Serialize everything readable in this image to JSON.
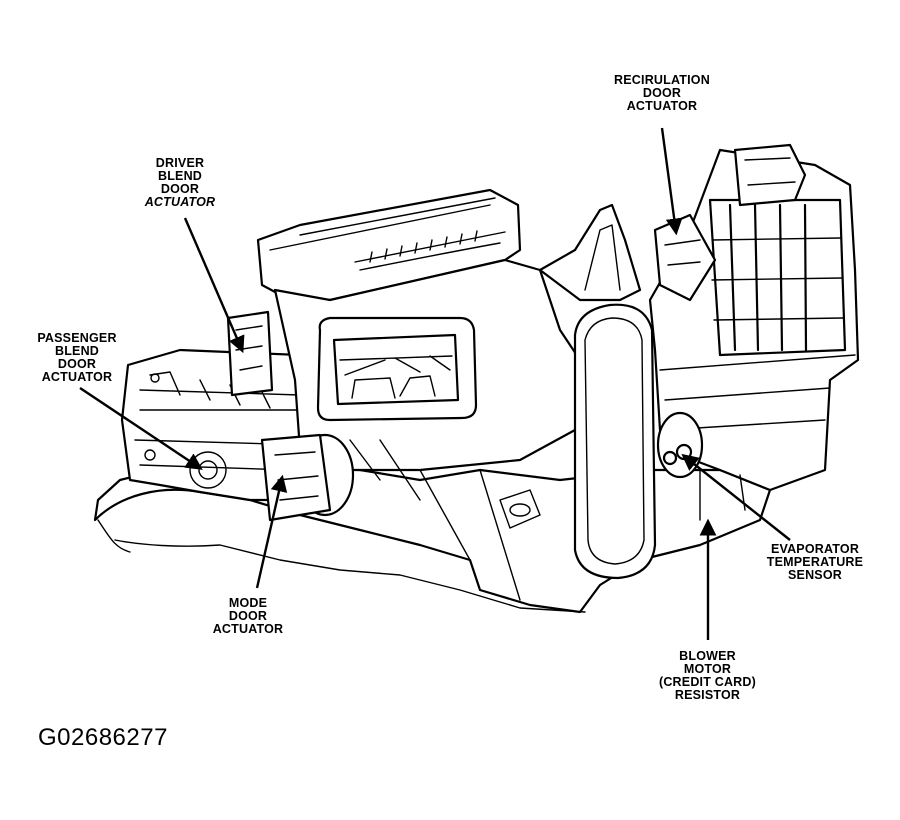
{
  "figure_id": "G02686277",
  "callouts": {
    "recirculation": [
      "RECIRULATION",
      "DOOR",
      "ACTUATOR"
    ],
    "driver_blend": [
      "DRIVER",
      "BLEND",
      "DOOR",
      "ACTUATOR"
    ],
    "passenger_blend": [
      "PASSENGER",
      "BLEND",
      "DOOR",
      "ACTUATOR"
    ],
    "mode_door": [
      "MODE",
      "DOOR",
      "ACTUATOR"
    ],
    "evaporator_sensor": [
      "EVAPORATOR",
      "TEMPERATURE",
      "SENSOR"
    ],
    "blower_resistor": [
      "BLOWER",
      "MOTOR",
      "(CREDIT CARD)",
      "RESISTOR"
    ]
  }
}
